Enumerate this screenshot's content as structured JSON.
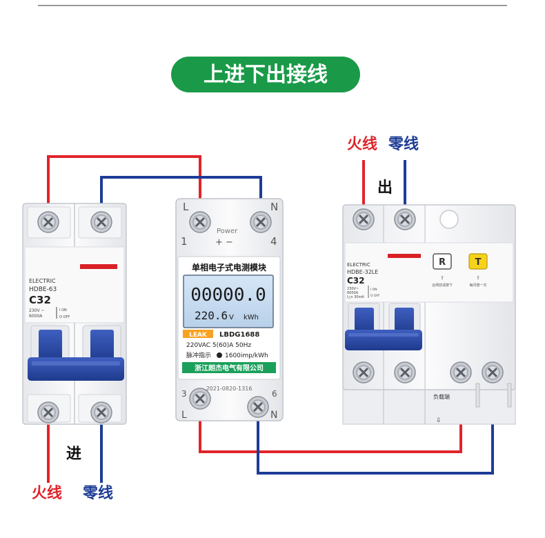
{
  "title": "上进下出接线",
  "labels": {
    "live": "火线",
    "neutral": "零线",
    "in": "进",
    "out": "出"
  },
  "breaker_left": {
    "brand": "ELECTRIC",
    "model": "HDBE-63",
    "rating": "C32",
    "spec1": "230V ~",
    "spec2": "6000A",
    "on": "I ON",
    "off": "O OFF"
  },
  "meter": {
    "terminal_l": "L",
    "terminal_n": "N",
    "terminal_1": "1",
    "terminal_4": "4",
    "power_label": "Power",
    "plus_minus": "+ −",
    "name": "单相电子式电测模块",
    "reading": "00000.0",
    "voltage": "220.6",
    "volt_unit": "V",
    "energy_unit": "kWh",
    "brand": "LEAK",
    "model": "LBDG1688",
    "spec": "220VAC   5(60)A   50Hz",
    "pulse_label": "脉冲指示",
    "pulse_rate": "1600imp/kWh",
    "maker": "浙江朗杰电气有限公司",
    "serial": "2021-0820-1316",
    "bottom_l": "L",
    "bottom_n": "N",
    "bottom_3": "3",
    "bottom_6": "6"
  },
  "breaker_right": {
    "brand": "ELECTRIC",
    "model": "HDBE-32LE",
    "rating": "C32",
    "spec1": "230V~",
    "spec2": "6000A",
    "spec3": "I△n 30mA",
    "on": "I ON",
    "off": "O OFF",
    "reset_key": "R",
    "test_key": "T",
    "reset_note": "合闸前请按下",
    "test_note": "每月按一次",
    "load_side": "负载端"
  },
  "colors": {
    "live_wire": "#e0242a",
    "neutral_wire": "#1e3c96",
    "title_bg": "#1a9a48",
    "handle": "#2b4aa6",
    "lcd": "#c8dcf0"
  }
}
